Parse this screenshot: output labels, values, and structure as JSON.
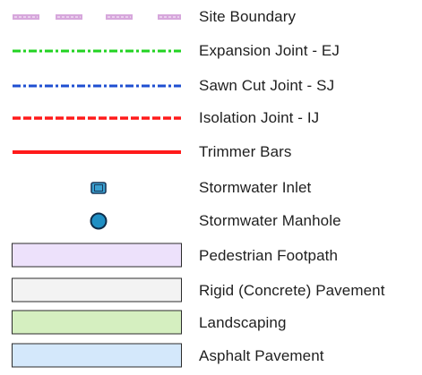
{
  "legend": {
    "items": [
      {
        "label": "Site Boundary",
        "symbol": "dashed-band-line",
        "color": "#d7a7dc",
        "accent": "#f6e8f7"
      },
      {
        "label": "Expansion Joint - EJ",
        "symbol": "dash-dot-line",
        "color": "#22d322"
      },
      {
        "label": "Sawn Cut Joint - SJ",
        "symbol": "dash-dot-line",
        "color": "#1f4fd1"
      },
      {
        "label": "Isolation Joint - IJ",
        "symbol": "dashed-line",
        "color": "#ff1a1a"
      },
      {
        "label": "Trimmer Bars",
        "symbol": "solid-line",
        "color": "#ff1a1a"
      },
      {
        "label": "Stormwater Inlet",
        "symbol": "inlet-square-icon",
        "color": "#3aa0d0",
        "stroke": "#1b3a5c"
      },
      {
        "label": "Stormwater Manhole",
        "symbol": "manhole-circle-icon",
        "color": "#1f8fc4",
        "stroke": "#0f2d4a"
      },
      {
        "label": "Pedestrian Footpath",
        "symbol": "fill-swatch",
        "color": "#ede1fb"
      },
      {
        "label": "Rigid (Concrete) Pavement",
        "symbol": "fill-swatch",
        "color": "#f3f3f3"
      },
      {
        "label": "Landscaping",
        "symbol": "fill-swatch",
        "color": "#d5efc0"
      },
      {
        "label": "Asphalt Pavement",
        "symbol": "fill-swatch",
        "color": "#d4e8fb"
      }
    ]
  }
}
